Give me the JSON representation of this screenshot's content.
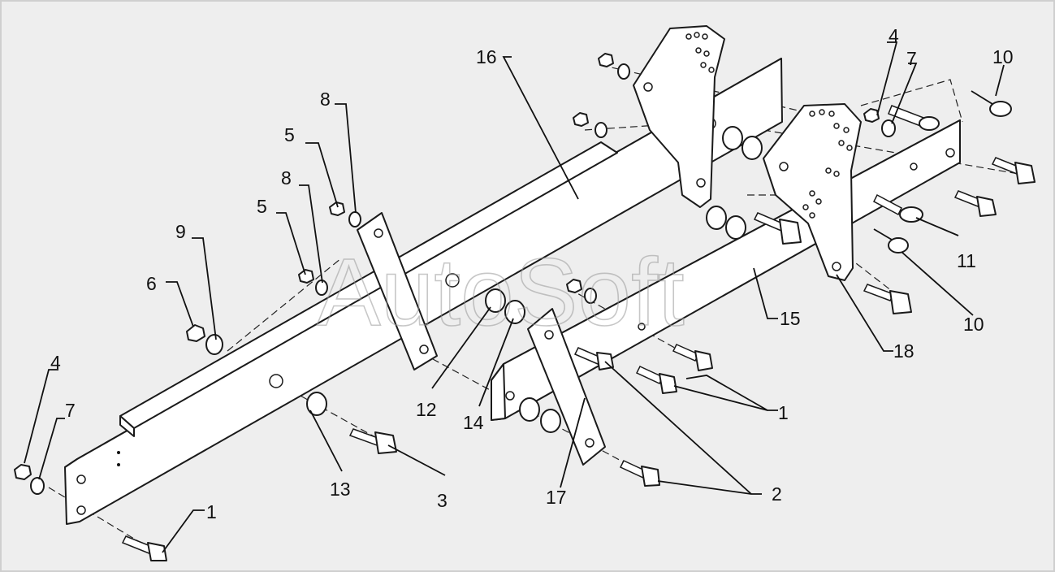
{
  "watermark": "AutoSoft",
  "labels": {
    "l1a": "1",
    "l1b": "1",
    "l2": "2",
    "l3": "3",
    "l4a": "4",
    "l4b": "4",
    "l5a": "5",
    "l5b": "5",
    "l6": "6",
    "l7a": "7",
    "l7b": "7",
    "l8a": "8",
    "l8b": "8",
    "l9": "9",
    "l10a": "10",
    "l10b": "10",
    "l11": "11",
    "l12": "12",
    "l13": "13",
    "l14": "14",
    "l15": "15",
    "l16": "16",
    "l17": "17",
    "l18": "18"
  }
}
